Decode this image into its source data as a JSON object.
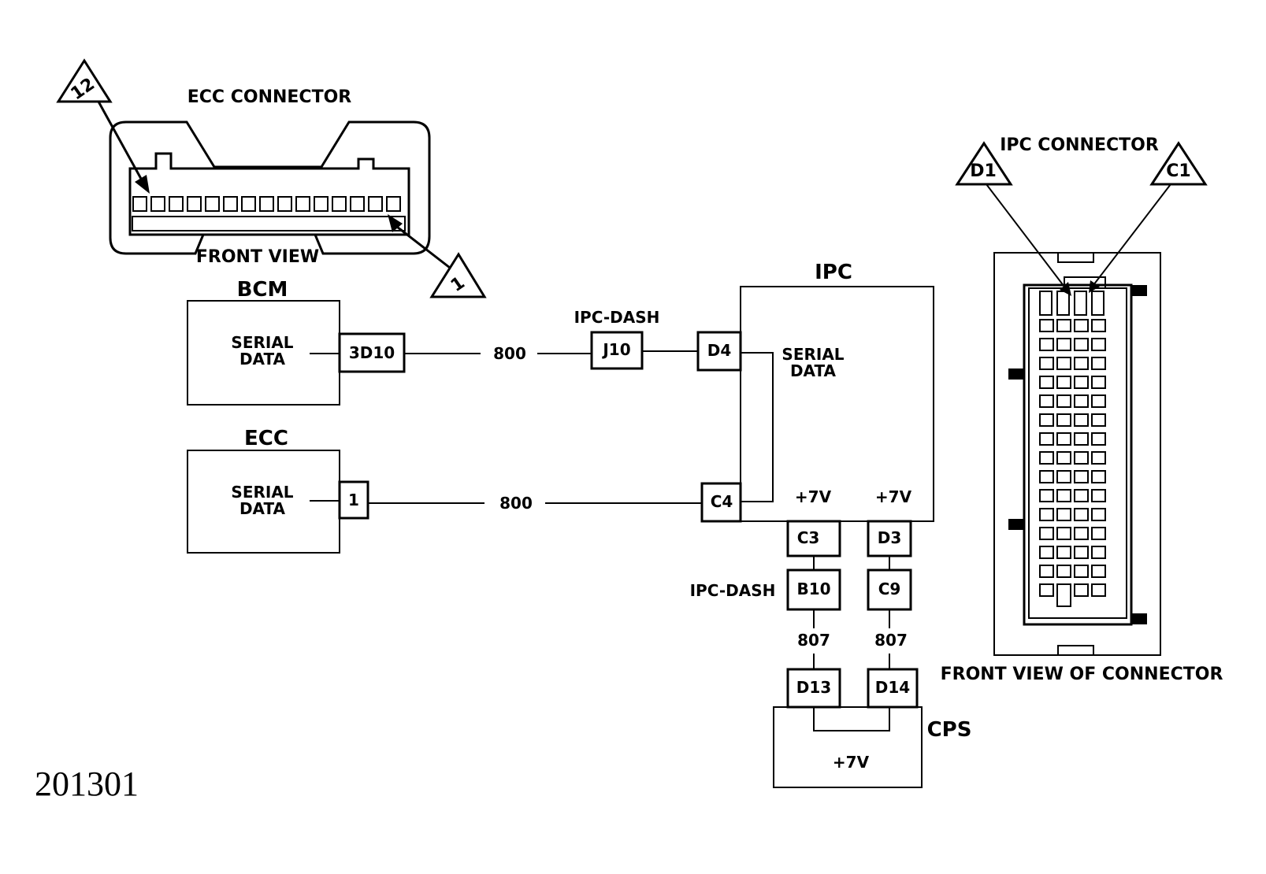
{
  "figure_id": "201301",
  "ecc_connector": {
    "title": "ECC CONNECTOR",
    "view_label": "FRONT VIEW",
    "pin_top_label": "12",
    "pin_bottom_label": "1"
  },
  "ipc_connector": {
    "title": "IPC CONNECTOR",
    "view_label": "FRONT VIEW OF CONNECTOR",
    "pin_left_label": "D1",
    "pin_right_label": "C1"
  },
  "bcm": {
    "title": "BCM",
    "function_line1": "SERIAL",
    "function_line2": "DATA",
    "terminal": "3D10"
  },
  "ecc": {
    "title": "ECC",
    "function_line1": "SERIAL",
    "function_line2": "DATA",
    "terminal": "1"
  },
  "ipc": {
    "title": "IPC",
    "function_line1": "SERIAL",
    "function_line2": "DATA",
    "terminal_d4": "D4",
    "terminal_c4": "C4",
    "terminal_c3": "C3",
    "terminal_d3": "D3",
    "voltage_left": "+7V",
    "voltage_right": "+7V"
  },
  "ipc_dash_top": {
    "label": "IPC-DASH",
    "terminal": "J10"
  },
  "ipc_dash_bottom": {
    "label": "IPC-DASH",
    "terminal_left": "B10",
    "terminal_right": "C9"
  },
  "cps": {
    "title": "CPS",
    "terminal_left": "D13",
    "terminal_right": "D14",
    "voltage": "+7V"
  },
  "wires": {
    "bcm_to_ipc": "800",
    "ecc_to_ipc": "800",
    "left_to_cps": "807",
    "right_to_cps": "807"
  }
}
